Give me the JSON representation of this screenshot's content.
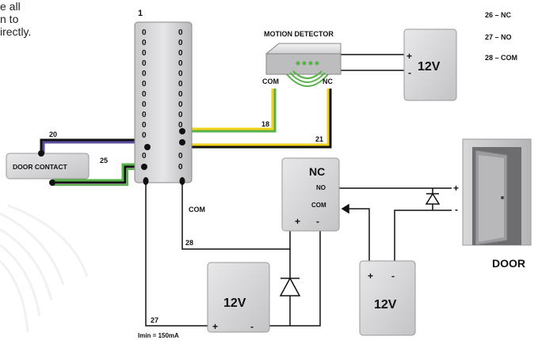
{
  "intro_text": [
    "e all",
    "n to",
    "irectly."
  ],
  "terminal_block": {
    "label": "1",
    "digit": "0",
    "bottom_label": "COM"
  },
  "motion_detector": {
    "title": "MOTION DETECTOR",
    "com_label": "COM",
    "nc_label": "NC"
  },
  "power_supply_top": {
    "plus": "+",
    "minus": "-",
    "voltage": "12V"
  },
  "legend": [
    "26 – NC",
    "27 – NO",
    "28 – COM"
  ],
  "door_contact": {
    "label": "DOOR CONTACT"
  },
  "relay": {
    "title": "NC",
    "no_label": "NO",
    "com_label": "COM",
    "plus": "+",
    "minus": "-"
  },
  "door": {
    "label": "DOOR",
    "plus": "+",
    "minus": "-"
  },
  "power_supply_bottom_left": {
    "voltage": "12V",
    "plus": "+",
    "minus": "-"
  },
  "power_supply_bottom_right": {
    "voltage": "12V",
    "plus": "+",
    "minus": "-"
  },
  "wire_labels": {
    "w18": "18",
    "w20": "20",
    "w21": "21",
    "w25": "25",
    "w27": "27",
    "w28": "28"
  },
  "current_note": "Imin = 150mA",
  "colors": {
    "yellow": "#f2d21a",
    "green": "#58b24a",
    "purple": "#5a4ea0",
    "black": "#111111"
  }
}
